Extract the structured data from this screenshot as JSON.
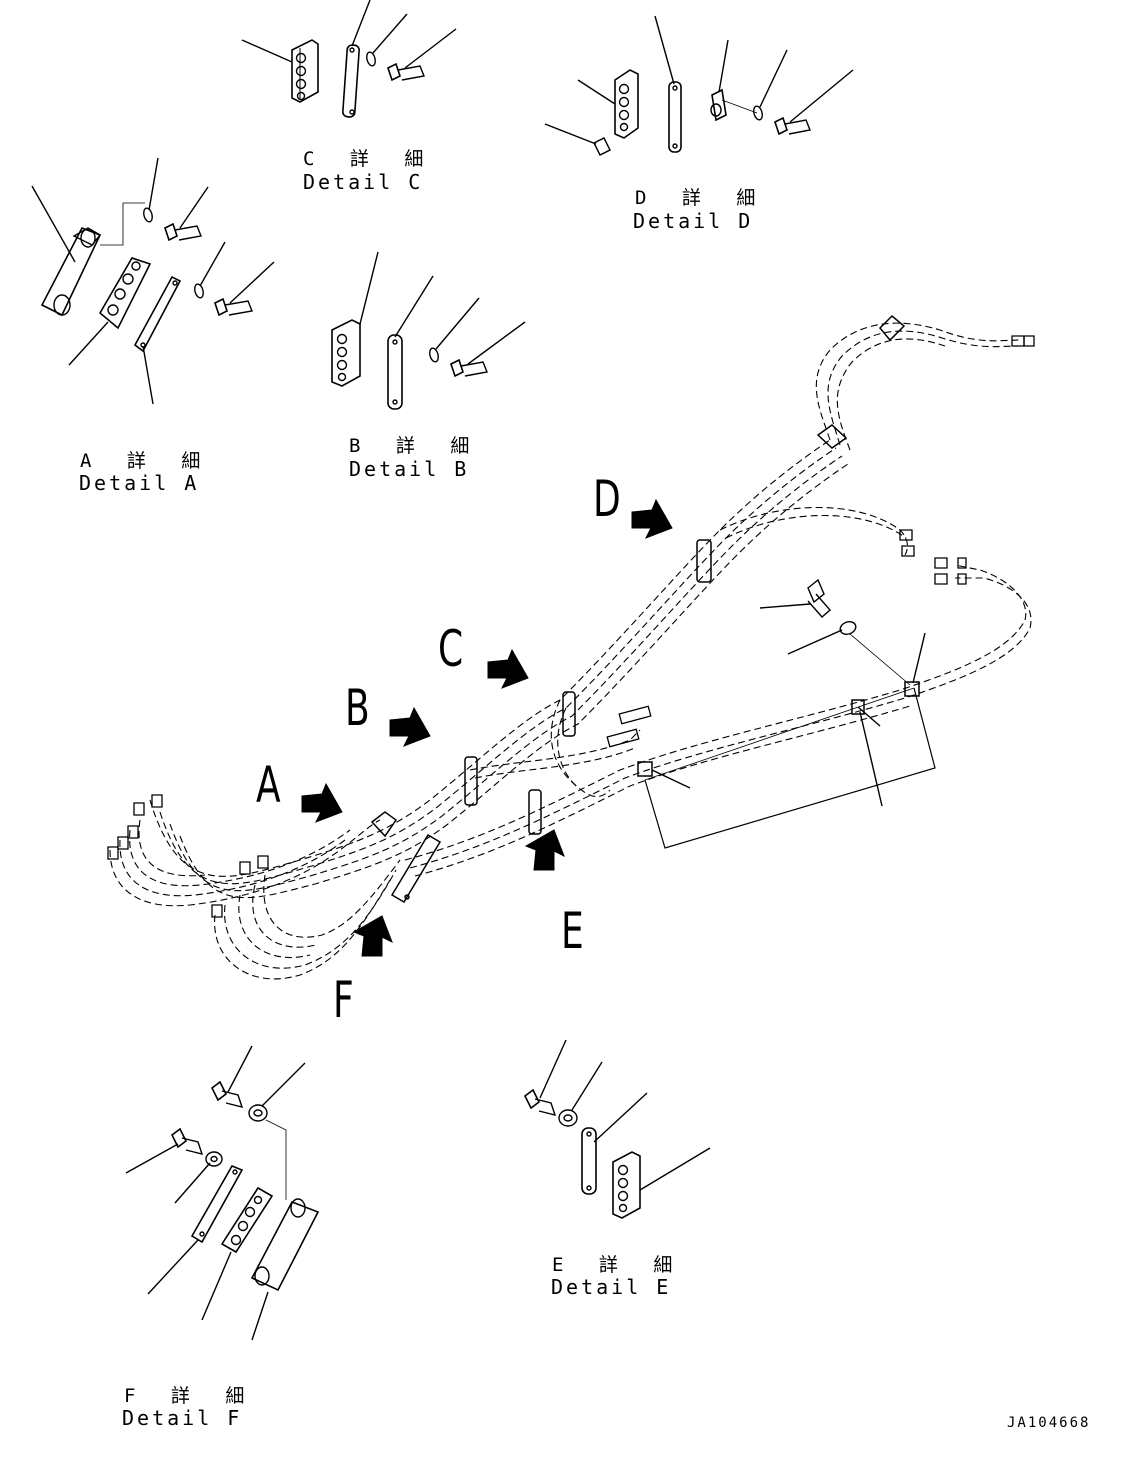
{
  "details": [
    {
      "id": "A",
      "jp": "A 詳 細",
      "en": "Detail A"
    },
    {
      "id": "B",
      "jp": "B 詳 細",
      "en": "Detail B"
    },
    {
      "id": "C",
      "jp": "C 詳 細",
      "en": "Detail C"
    },
    {
      "id": "D",
      "jp": "D 詳 細",
      "en": "Detail D"
    },
    {
      "id": "E",
      "jp": "E 詳 細",
      "en": "Detail E"
    },
    {
      "id": "F",
      "jp": "F 詳 細",
      "en": "Detail F"
    }
  ],
  "view_letters": {
    "A": "A",
    "B": "B",
    "C": "C",
    "D": "D",
    "E": "E",
    "F": "F"
  },
  "drawing_code": "JA104668",
  "colors": {
    "ink": "#000000",
    "paper": "#ffffff"
  }
}
